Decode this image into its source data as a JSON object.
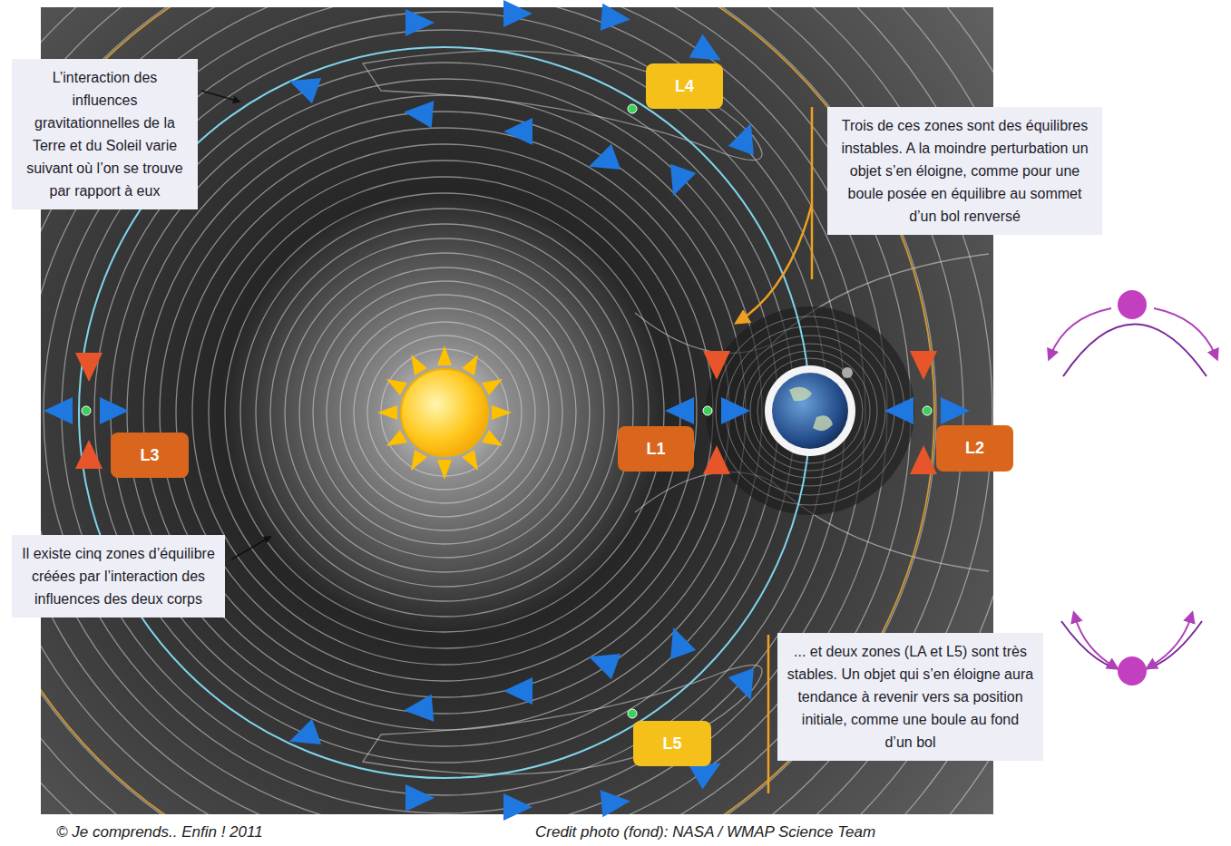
{
  "diagram": {
    "nodes": [
      {
        "text": [
          "L’interaction des influences gravitationnelles de la Terre et du Soleil varie suivant où l’on se trouve par rapport à eux"
        ]
      },
      {
        "text": [
          "L4"
        ]
      },
      {
        "text": [
          "Trois de ces zones sont des équilibres instables. A la moindre perturbation un objet s’en éloigne, comme pour une boule posée en équilibre au sommet d’un bol renversé"
        ]
      },
      {
        "text": [
          "L3"
        ]
      },
      {
        "text": [
          "L1"
        ]
      },
      {
        "text": [
          "L2"
        ]
      },
      {
        "text": [
          "Il existe cinq zones d’équilibre créées par l’interaction des influences des deux corps"
        ]
      },
      {
        "text": [
          "L5"
        ]
      },
      {
        "text": [
          "... et deux zones (LA et L5) sont très stables. Un objet qui s’en éloigne aura tendance à revenir vers sa position initiale, comme une boule au fond d’un bol"
        ]
      }
    ],
    "edges": [
      {
        "from": 8,
        "to": 7,
        "arrow": "to"
      }
    ],
    "labels": [
      "© Je comprends.. Enfin ! 2011",
      "Credit photo (fond): NASA / WMAP Science Team"
    ]
  }
}
